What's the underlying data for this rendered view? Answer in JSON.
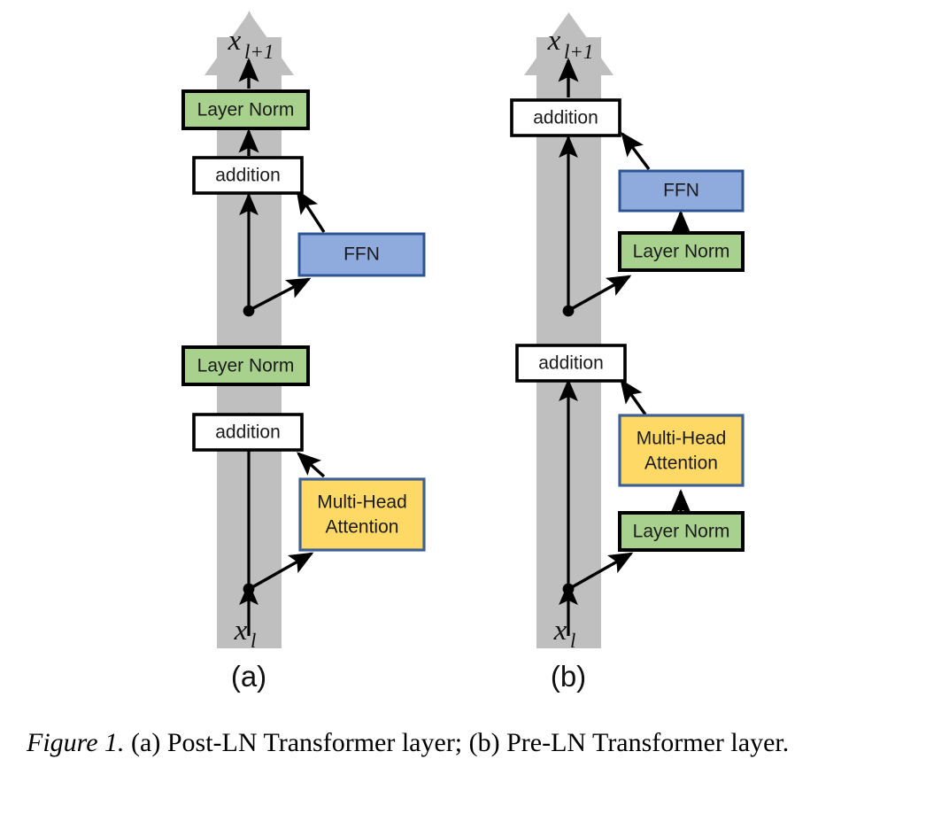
{
  "figure": {
    "caption_prefix": "Figure 1.",
    "caption_text": " (a) Post-LN Transformer layer; (b) Pre-LN Transformer layer."
  },
  "colors": {
    "layer_norm_fill": "#a9d18e",
    "layer_norm_stroke": "#000000",
    "ffn_fill": "#8faadc",
    "ffn_stroke": "#2e5496",
    "attention_fill": "#ffd966",
    "attention_stroke": "#3f6095",
    "addition_fill": "#ffffff",
    "addition_stroke": "#000000",
    "residual_band": "#bfbfbf",
    "arrow": "#000000",
    "text": "#1a1a1a"
  },
  "panels": [
    {
      "id": "a",
      "label": "(a)",
      "name": "Post-LN Transformer layer",
      "input_var": "x",
      "input_sub": "l",
      "output_var": "x",
      "output_sub": "l+1",
      "blocks": [
        {
          "id": "a-layer-norm-top",
          "label": "Layer Norm",
          "kind": "layer-norm"
        },
        {
          "id": "a-addition-top",
          "label": "addition",
          "kind": "addition"
        },
        {
          "id": "a-ffn",
          "label": "FFN",
          "kind": "ffn"
        },
        {
          "id": "a-layer-norm-bottom",
          "label": "Layer Norm",
          "kind": "layer-norm"
        },
        {
          "id": "a-addition-bottom",
          "label": "addition",
          "kind": "addition"
        },
        {
          "id": "a-attention",
          "label_line1": "Multi-Head",
          "label_line2": "Attention",
          "kind": "attention"
        }
      ]
    },
    {
      "id": "b",
      "label": "(b)",
      "name": "Pre-LN Transformer layer",
      "input_var": "x",
      "input_sub": "l",
      "output_var": "x",
      "output_sub": "l+1",
      "blocks": [
        {
          "id": "b-addition-top",
          "label": "addition",
          "kind": "addition"
        },
        {
          "id": "b-ffn",
          "label": "FFN",
          "kind": "ffn"
        },
        {
          "id": "b-layer-norm-upper",
          "label": "Layer Norm",
          "kind": "layer-norm"
        },
        {
          "id": "b-addition-bottom",
          "label": "addition",
          "kind": "addition"
        },
        {
          "id": "b-attention",
          "label_line1": "Multi-Head",
          "label_line2": "Attention",
          "kind": "attention"
        },
        {
          "id": "b-layer-norm-lower",
          "label": "Layer Norm",
          "kind": "layer-norm"
        }
      ]
    }
  ]
}
